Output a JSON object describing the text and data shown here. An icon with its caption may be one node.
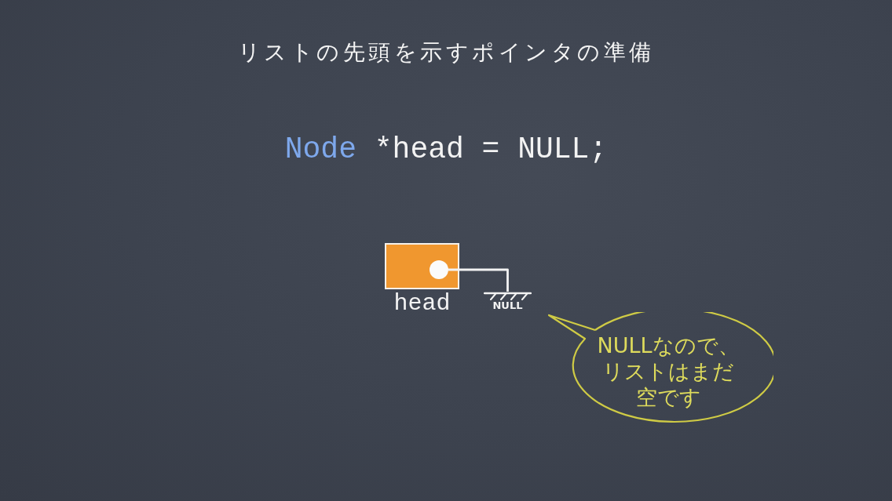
{
  "diagram": {
    "title": "リストの先頭を示すポインタの準備",
    "nodes": [
      {
        "text": [
          "head"
        ]
      },
      {
        "text": [],
        "shape": "circle",
        "in": 0
      },
      {
        "text": [
          "NULL"
        ]
      },
      {
        "text": [
          "NULLなので、リストはまだ空です"
        ]
      }
    ],
    "edges": [
      {
        "from": 1,
        "to": 2,
        "arrow": "none"
      }
    ],
    "labels": [
      "Node *head = NULL;"
    ]
  }
}
